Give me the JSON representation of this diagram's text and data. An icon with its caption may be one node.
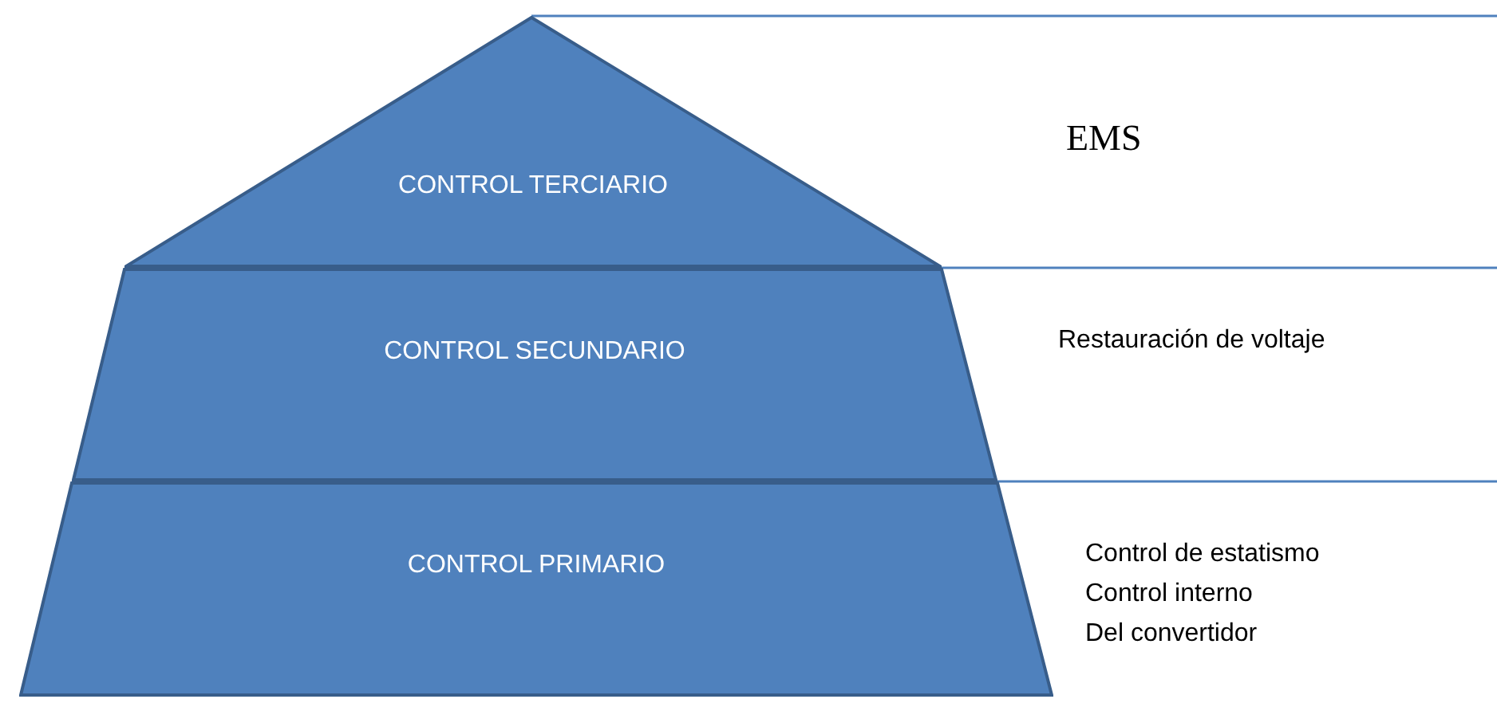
{
  "diagram": {
    "nodes": [
      {
        "text": [
          "CONTROL TERCIARIO"
        ],
        "beside": [
          "EMS"
        ]
      },
      {
        "text": [
          "CONTROL SECUNDARIO"
        ],
        "beside": [
          "Restauración de voltaje"
        ]
      },
      {
        "text": [
          "CONTROL PRIMARIO"
        ],
        "beside": [
          "Control de estatismo",
          "Control interno",
          "Del convertidor"
        ]
      }
    ]
  }
}
